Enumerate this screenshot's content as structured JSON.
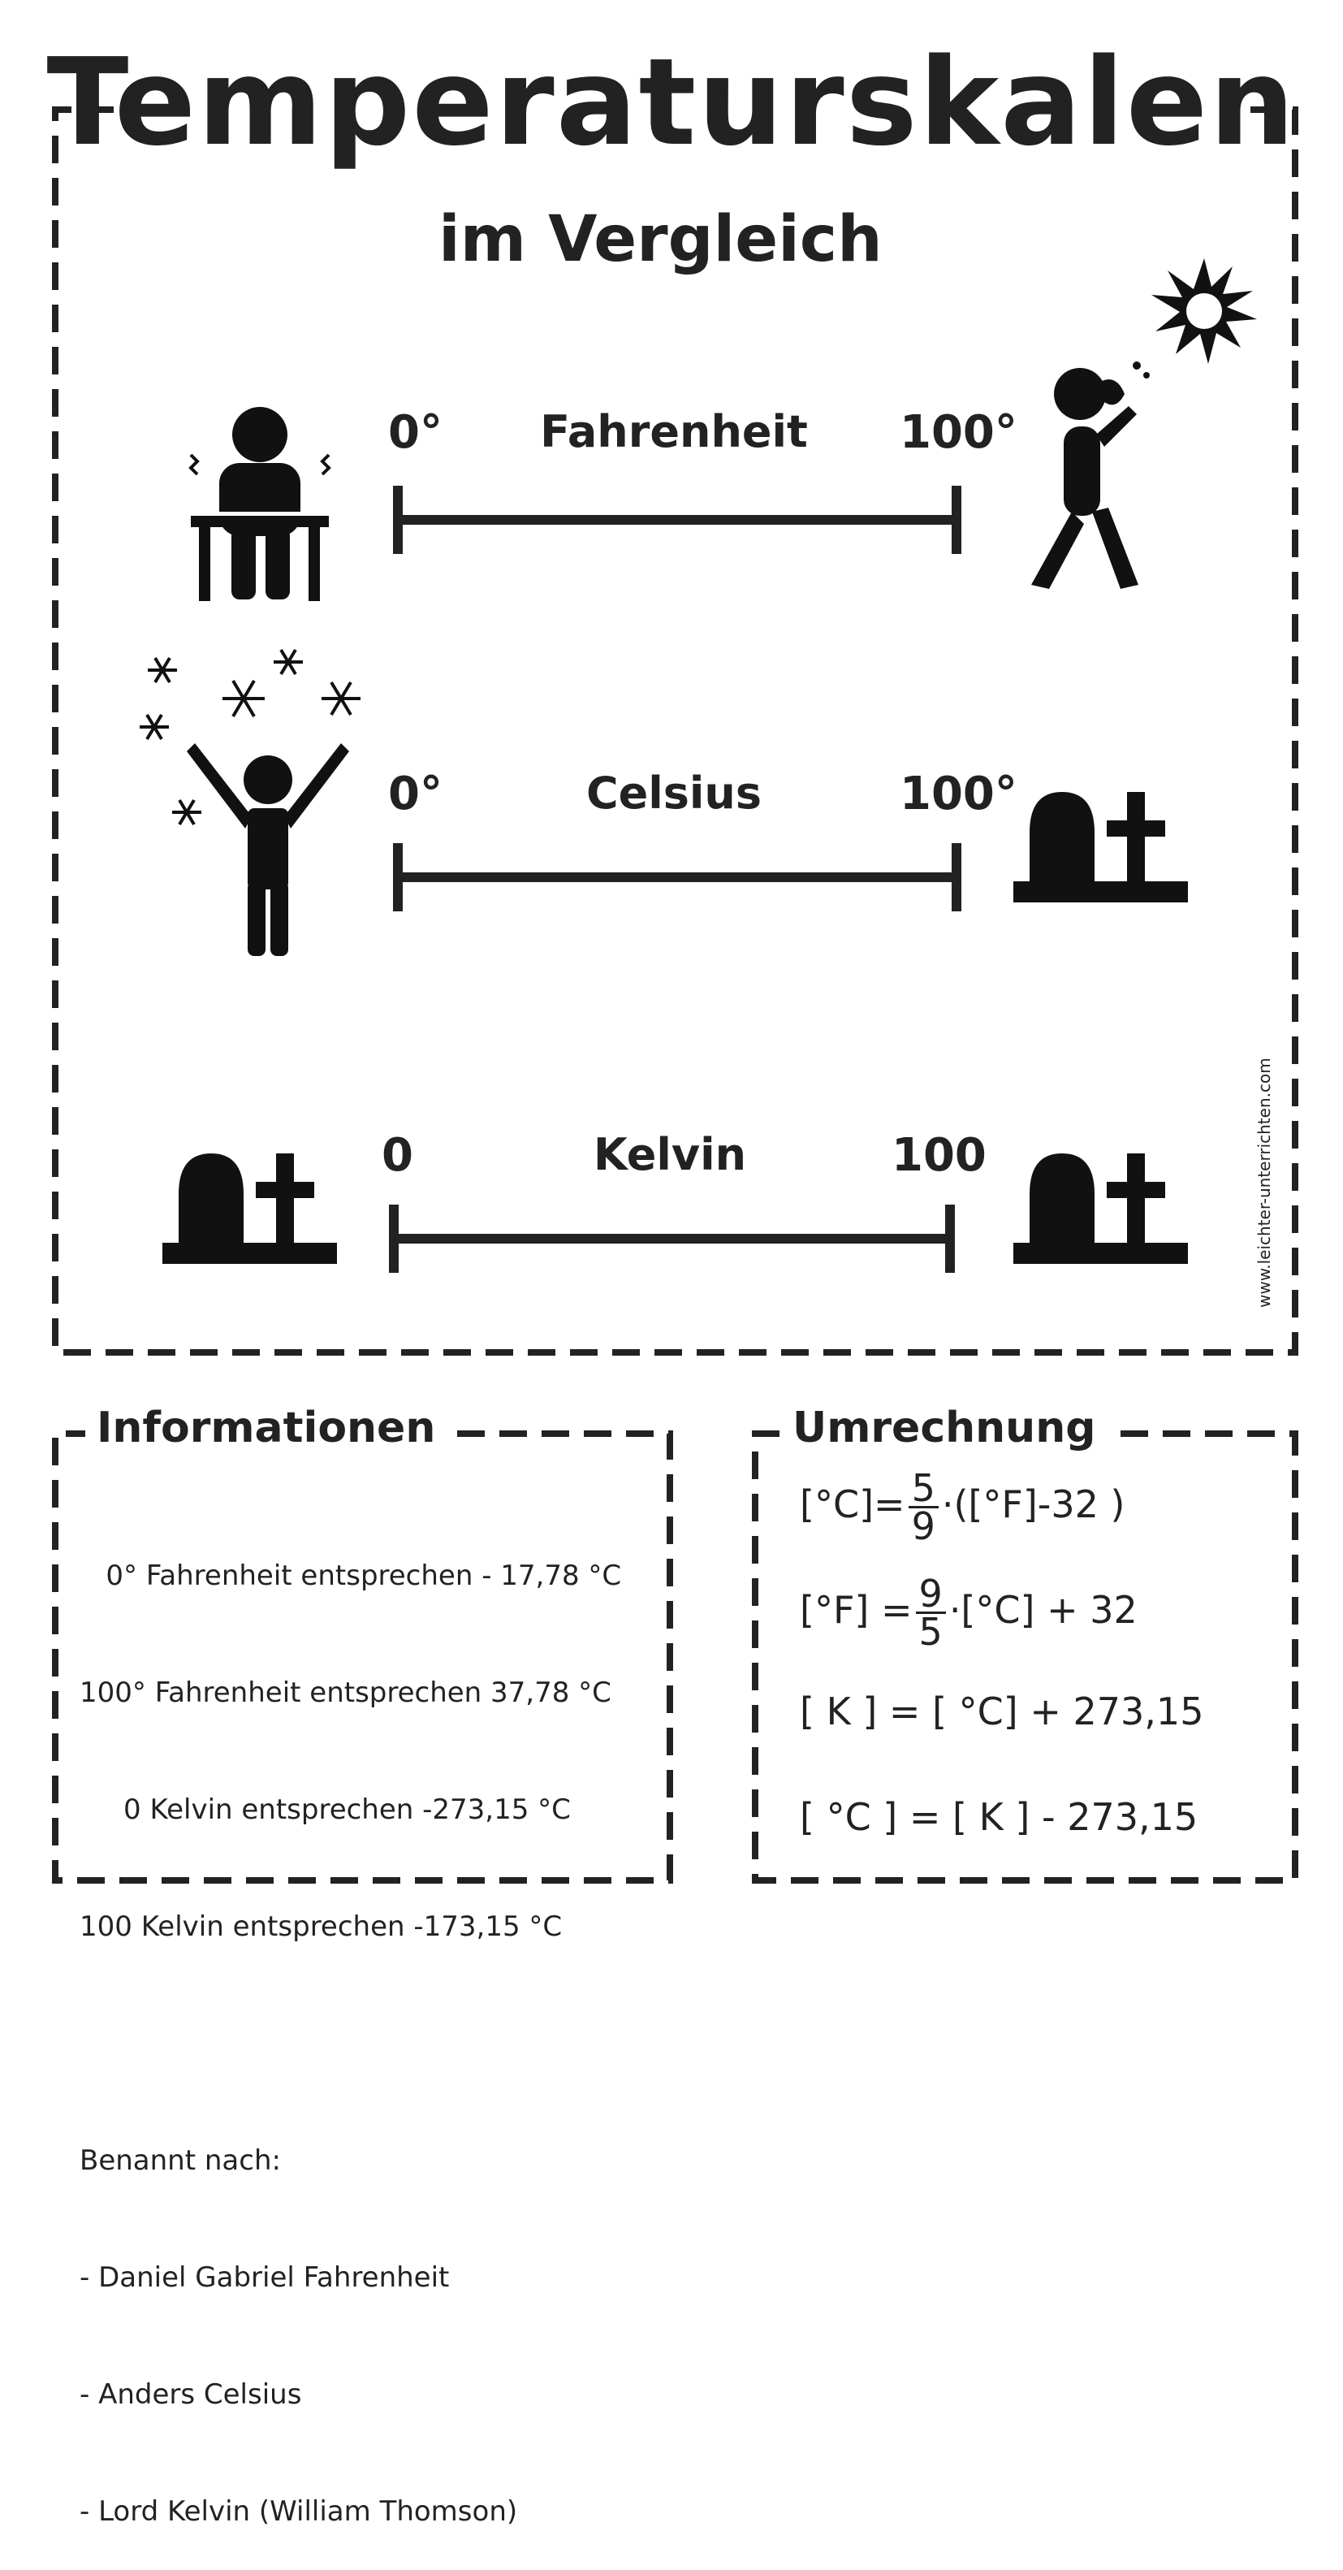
{
  "title": "Temperaturskalen",
  "subtitle": "im Vergleich",
  "scales": [
    {
      "name": "Fahrenheit",
      "start": "0°",
      "end": "100°"
    },
    {
      "name": "Celsius",
      "start": "0°",
      "end": "100°"
    },
    {
      "name": "Kelvin",
      "start": "0",
      "end": "100"
    }
  ],
  "watermark": "www.leichter-unterrichten.com",
  "info": {
    "title": "Informationen",
    "lines": [
      "   0° Fahrenheit entsprechen - 17,78 °C",
      "100° Fahrenheit entsprechen 37,78 °C",
      "     0 Kelvin entsprechen -273,15 °C",
      "100 Kelvin entsprechen -173,15 °C"
    ],
    "named_heading": "Benannt nach:",
    "named": [
      "- Daniel Gabriel Fahrenheit",
      "- Anders Celsius",
      "- Lord Kelvin (William Thomson)"
    ]
  },
  "conversion": {
    "title": "Umrechnung",
    "f1_left": "[°C]=",
    "f1_num": "5",
    "f1_den": "9",
    "f1_right": "·([°F]-32 )",
    "f2_left": "[°F] =",
    "f2_num": "9",
    "f2_den": "5",
    "f2_right": "·[°C] + 32",
    "f3": "[ K ] = [ °C] + 273,15",
    "f4": "[ °C ] = [ K ] - 273,15"
  },
  "icons": [
    "shivering-person-icon",
    "sweating-person-icon",
    "sun-icon",
    "snowflake-icon",
    "cheering-person-icon",
    "gravestone-icon"
  ]
}
